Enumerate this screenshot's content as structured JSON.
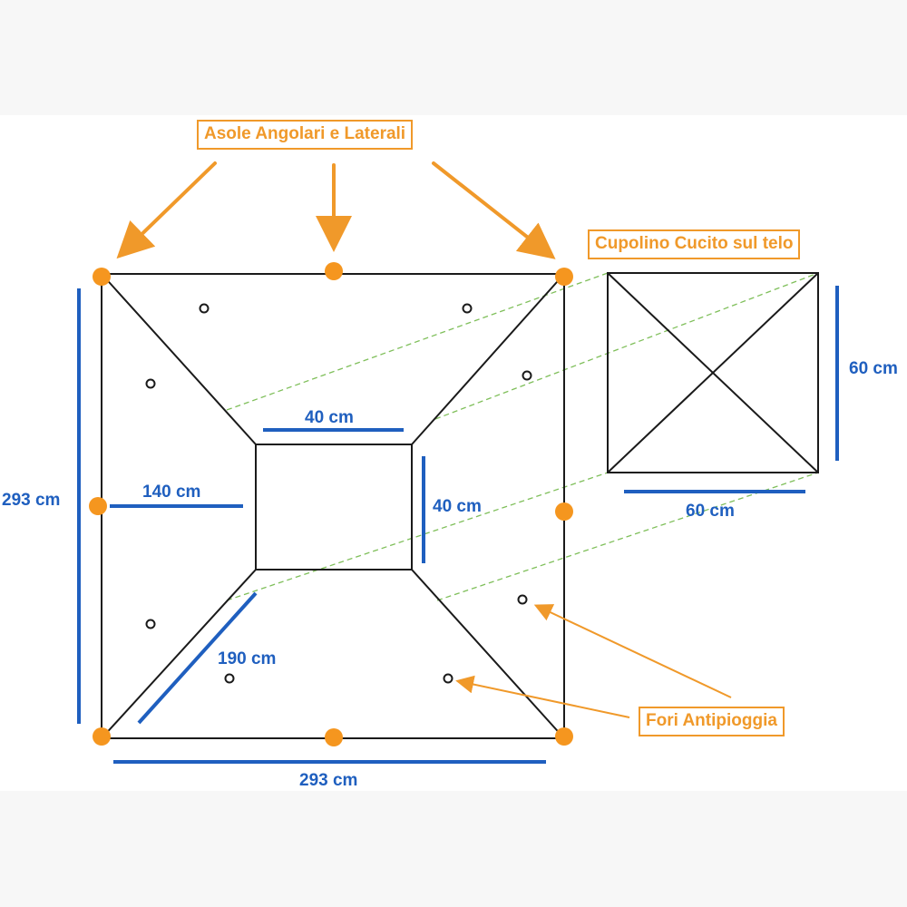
{
  "labels": {
    "asole": "Asole Angolari e Laterali",
    "cupolino": "Cupolino Cucito sul telo",
    "fori": "Fori Antipioggia"
  },
  "dimensions": {
    "outer_height": "293 cm",
    "outer_width": "293 cm",
    "inner_top_width": "40 cm",
    "inner_right_height": "40 cm",
    "offset": "140 cm",
    "diagonal": "190 cm",
    "cap_height": "60 cm",
    "cap_width": "60 cm"
  },
  "colors": {
    "callout": "#f0992a",
    "grommet": "#f5961f",
    "dimension": "#1f5fbf",
    "outline": "#1a1a1a",
    "projection": "#7fbf5a"
  }
}
